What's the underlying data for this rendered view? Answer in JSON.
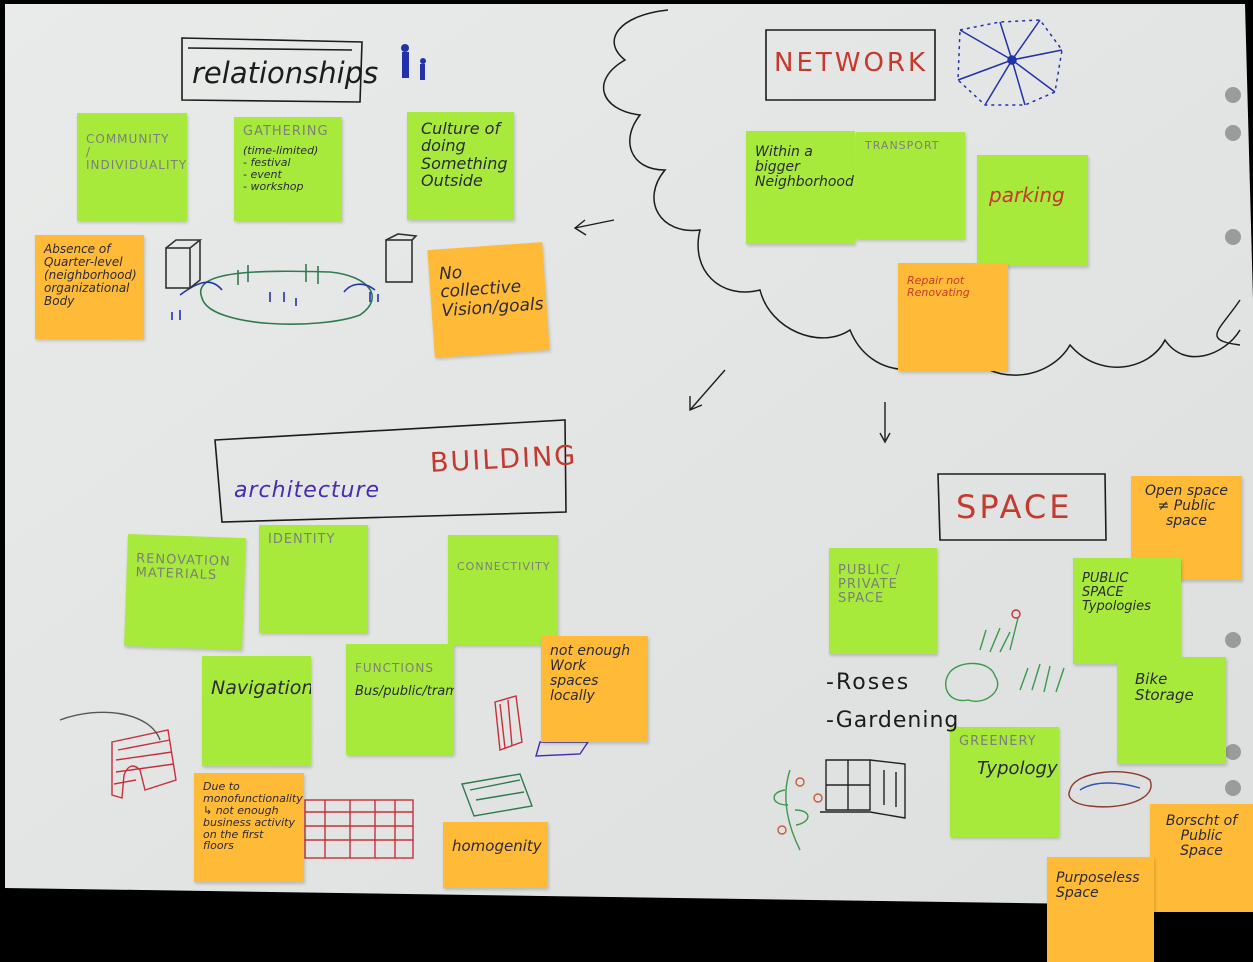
{
  "headings": {
    "relationships": "relationships",
    "network": "NETWORK",
    "building": "BUILDING",
    "architecture": "architecture",
    "space": "SPACE"
  },
  "notes": {
    "community": "COMMUNITY / INDIVIDUALITY",
    "gathering": "GATHERING",
    "gathering_detail": "(time-limited)\n- festival\n- event\n- workshop",
    "culture": "Culture of doing Something Outside",
    "absence": "Absence of Quarter-level (neighborhood) organizational Body",
    "no_collective": "No collective Vision/goals",
    "within": "Within a bigger Neighborhood",
    "transport": "TRANSPORT",
    "parking": "parking",
    "repair": "Repair not Renovating",
    "renovation": "RENOVATION MATERIALS",
    "identity": "IDENTITY",
    "connectivity": "CONNECTIVITY",
    "navigation": "Navigation",
    "functions": "FUNCTIONS",
    "functions_detail": "Bus/public/tram",
    "not_enough_work": "not enough Work spaces locally",
    "monofunctionality": "Due to monofunctionality\n↳ not enough business activity on the first floors",
    "homogenity": "homogenity",
    "public_private": "PUBLIC / PRIVATE SPACE",
    "open_space": "Open space ≠ Public space",
    "typologies": "PUBLIC SPACE Typologies",
    "bike_storage": "Bike Storage",
    "greenery": "GREENERY",
    "greenery_detail": "Typology",
    "borscht": "Borscht of Public Space",
    "purposeless": "Purposeless Space"
  },
  "annotations": {
    "roses": "-Roses",
    "gardening": "-Gardening"
  },
  "colors": {
    "paper": "#e6e8e7",
    "green_note": "#a8ea3c",
    "orange_note": "#ffba38",
    "ink_dark": "#1c1c1c",
    "ink_red": "#c53a2e",
    "ink_blue": "#2233aa"
  }
}
